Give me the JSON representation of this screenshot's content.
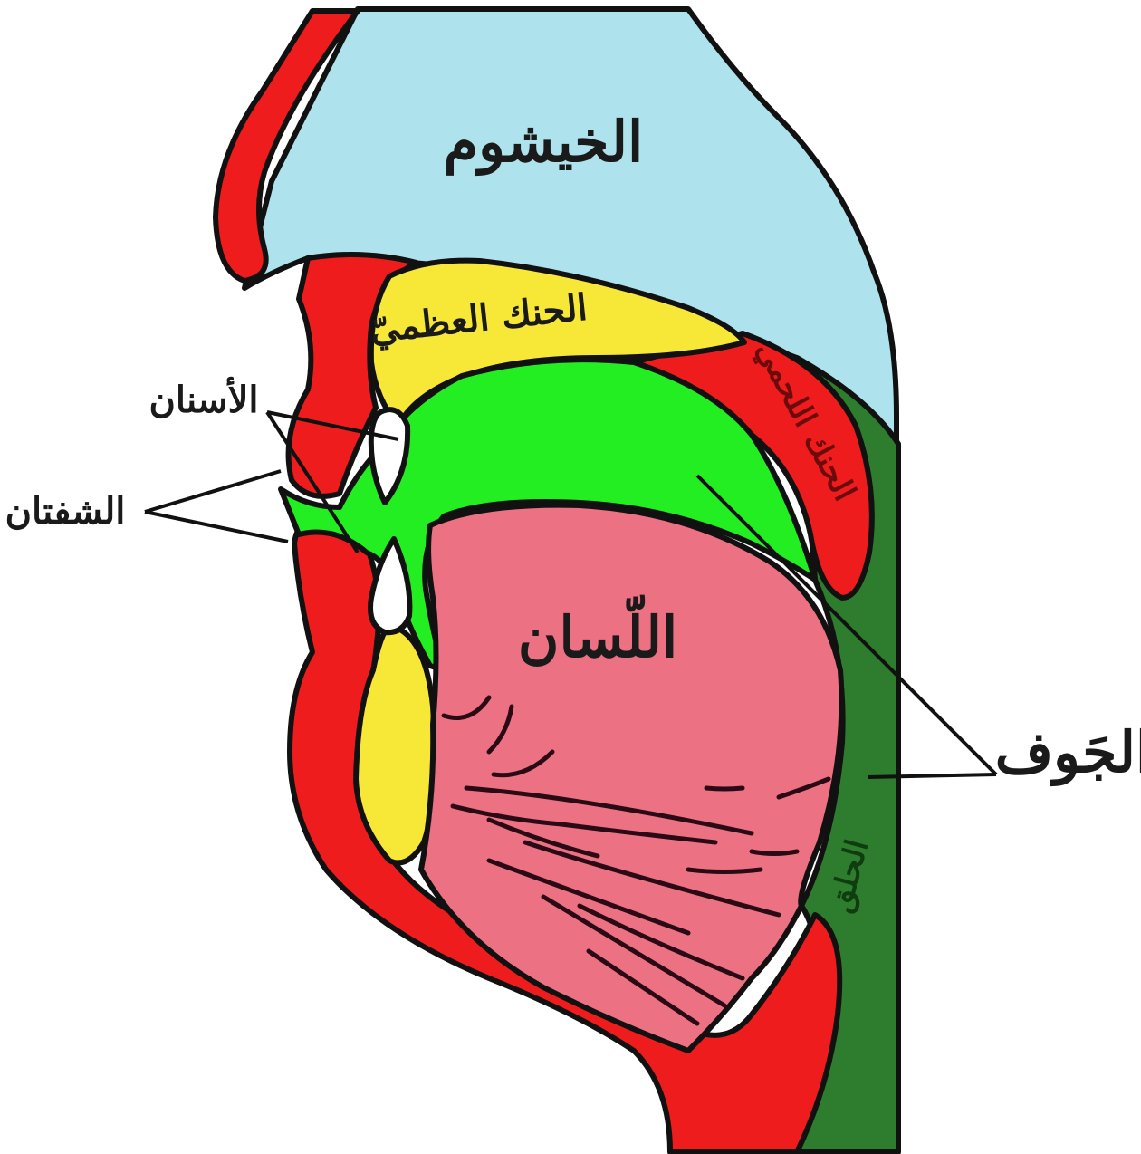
{
  "labels": {
    "nasal_cavity": "الخيشوم",
    "hard_palate": "الحنك العظميّ",
    "soft_palate": "الحنك اللحمي",
    "teeth": "الأسنان",
    "lips": "الشفتان",
    "tongue": "اللّسان",
    "cavity": "الجَوف",
    "throat": "الحلق"
  },
  "colors": {
    "nasal_cavity": "#aee3ee",
    "flesh": "#ee1c1c",
    "bone": "#f7e737",
    "oral_cavity": "#22ee22",
    "tongue": "#ec7183",
    "throat": "#2e7d2e",
    "teeth": "#ffffff"
  }
}
